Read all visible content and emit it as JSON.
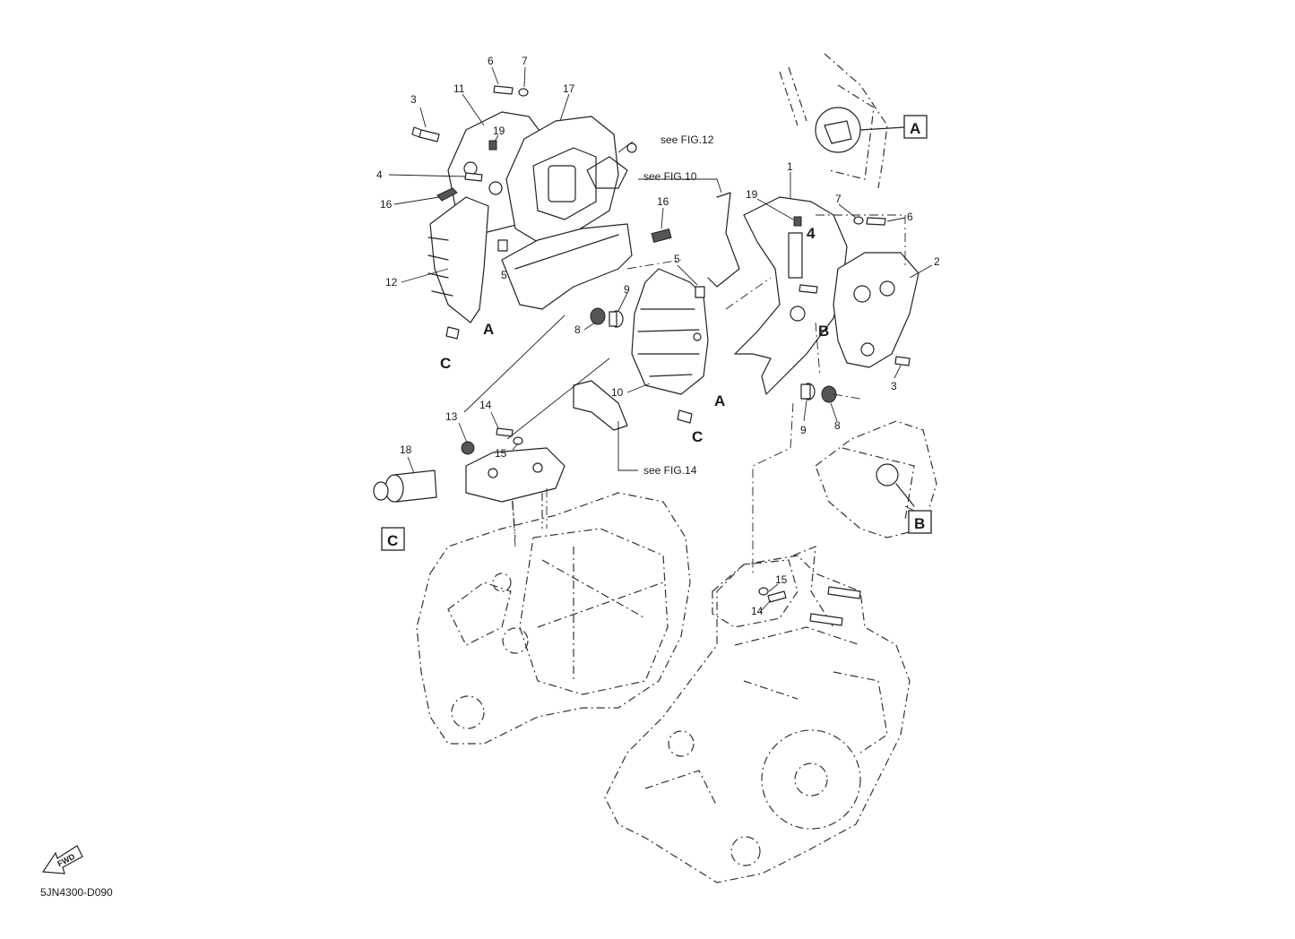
{
  "callouts": {
    "c1": "1",
    "c2": "2",
    "c3a": "3",
    "c3b": "3",
    "c4a": "4",
    "c4b": "4",
    "c5a": "5",
    "c5b": "5",
    "c6a": "6",
    "c6b": "6",
    "c7a": "7",
    "c7b": "7",
    "c8a": "8",
    "c8b": "8",
    "c9a": "9",
    "c9b": "9",
    "c10": "10",
    "c11": "11",
    "c12": "12",
    "c13": "13",
    "c14a": "14",
    "c14b": "14",
    "c15a": "15",
    "c15b": "15",
    "c16a": "16",
    "c16b": "16",
    "c17": "17",
    "c18": "18",
    "c19a": "19",
    "c19b": "19"
  },
  "references": {
    "fig12": "see FIG.12",
    "fig10": "see FIG.10",
    "fig14": "see FIG.14"
  },
  "detail_letters": {
    "a1": "A",
    "a2": "A",
    "b1": "B",
    "c1": "C",
    "c2": "C"
  },
  "detail_boxes": {
    "box_a": "A",
    "box_b": "B",
    "box_c": "C"
  },
  "fwd_label": "FWD",
  "diagram_code": "5JN4300-D090"
}
